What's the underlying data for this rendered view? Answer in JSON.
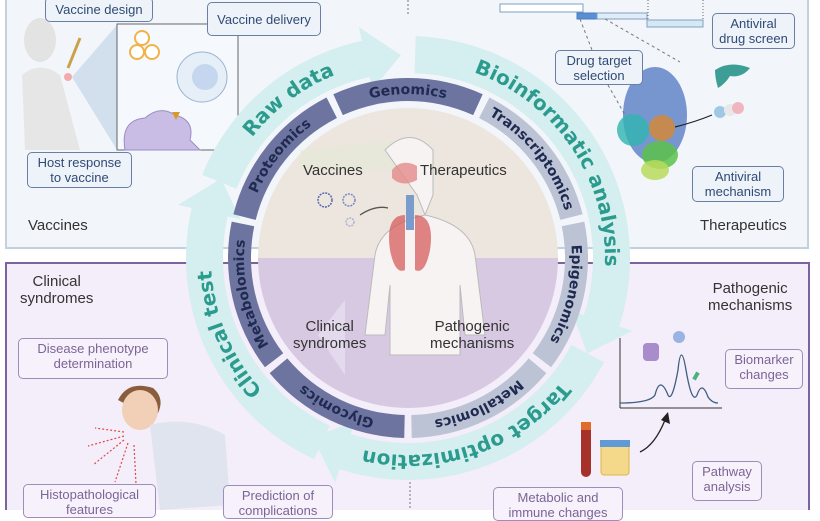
{
  "top_panel": {
    "left": {
      "section_label": "Vaccines",
      "vaccine_design": "Vaccine design",
      "vaccine_delivery": "Vaccine delivery",
      "host_response": [
        "Host response",
        "to vaccine"
      ]
    },
    "right": {
      "section_label": "Therapeutics",
      "antiviral_drug_screen": [
        "Antiviral",
        "drug screen"
      ],
      "drug_target_selection": [
        "Drug target",
        "selection"
      ],
      "antiviral_mechanism": [
        "Antiviral",
        "mechanism"
      ]
    }
  },
  "bottom_panel": {
    "left": {
      "section_label": [
        "Clinical",
        "syndromes"
      ],
      "disease_phenotype": [
        "Disease phenotype",
        "determination"
      ],
      "histopathological": [
        "Histopathological",
        "features"
      ],
      "prediction": [
        "Prediction of",
        "complications"
      ]
    },
    "right": {
      "section_label": [
        "Pathogenic",
        "mechanisms"
      ],
      "biomarker_changes": [
        "Biomarker",
        "changes"
      ],
      "pathway_analysis": [
        "Pathway",
        "analysis"
      ],
      "metabolic_immune": [
        "Metabolic and",
        "immune changes"
      ]
    }
  },
  "center": {
    "vaccines": "Vaccines",
    "therapeutics": "Therapeutics",
    "clinical_syndromes": [
      "Clinical",
      "syndromes"
    ],
    "pathogenic_mechanisms": [
      "Pathogenic",
      "mechanisms"
    ]
  },
  "omics_ring": [
    "Genomics",
    "Transcriptomics",
    "Epigenomics",
    "Metallomics",
    "Glycomics",
    "Metabolomics",
    "Proteomics"
  ],
  "process_arrows": [
    "Raw data",
    "Bioinformatic analysis",
    "Target optimization",
    "Clinical test"
  ],
  "colors": {
    "teal_text": "#2b9b8e",
    "arrow_band": "#d5eef0",
    "ring_dark": "#6c749f",
    "ring_light": "#bcc3d5",
    "top_panel_bg": "#f2f6fb",
    "bottom_panel_bg": "#f3eef9",
    "bottom_panel_border": "#7d62a0"
  }
}
